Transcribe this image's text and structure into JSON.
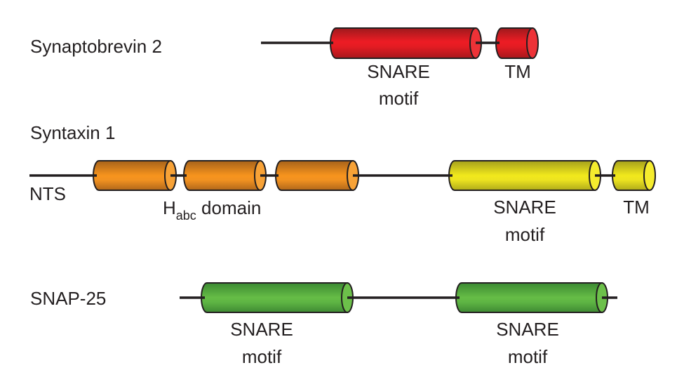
{
  "figure": {
    "proteins": [
      {
        "id": "synaptobrevin",
        "name": "Synaptobrevin 2",
        "color": "#e8202a",
        "domains": [
          {
            "label_line1": "SNARE",
            "label_line2": "motif"
          },
          {
            "label_line1": "TM",
            "label_line2": ""
          }
        ]
      },
      {
        "id": "syntaxin",
        "name": "Syntaxin 1",
        "color": "#f39a23",
        "color2": "#efe723",
        "nts_label": "NTS",
        "habc_label_main": "H",
        "habc_label_sub": "abc",
        "habc_label_rest": " domain",
        "domains": [
          {
            "label_line1": "SNARE",
            "label_line2": "motif"
          },
          {
            "label_line1": "TM",
            "label_line2": ""
          }
        ]
      },
      {
        "id": "snap25",
        "name": "SNAP-25",
        "color": "#5dba45",
        "domains": [
          {
            "label_line1": "SNARE",
            "label_line2": "motif"
          },
          {
            "label_line1": "SNARE",
            "label_line2": "motif"
          }
        ]
      }
    ]
  }
}
